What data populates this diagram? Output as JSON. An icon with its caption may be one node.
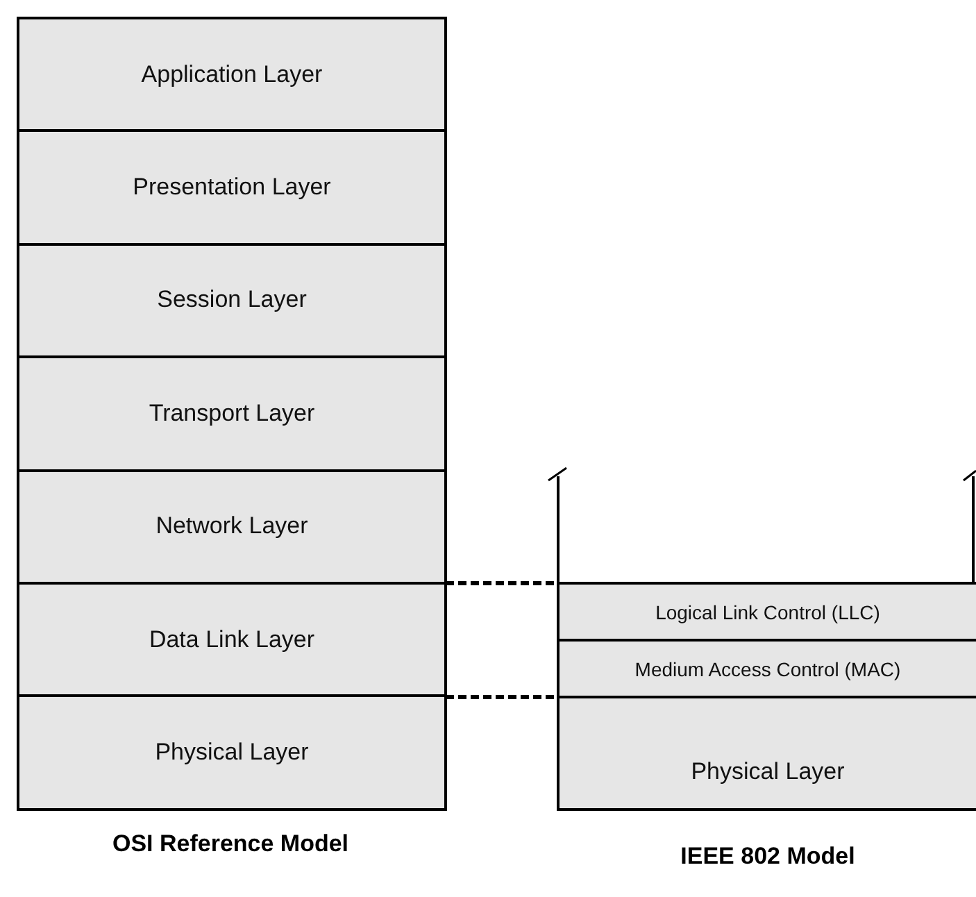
{
  "diagram": {
    "nodes": [
      {
        "text": [
          "Application Layer"
        ]
      },
      {
        "text": [
          "Presentation Layer"
        ]
      },
      {
        "text": [
          "Session Layer"
        ]
      },
      {
        "text": [
          "Transport Layer"
        ]
      },
      {
        "text": [
          "Network Layer"
        ]
      },
      {
        "text": [
          "Data Link Layer"
        ]
      },
      {
        "text": [
          "Physical Layer"
        ]
      },
      {
        "text": [
          "Logical Link Control (LLC)"
        ]
      },
      {
        "text": [
          "Medium Access Control (MAC)"
        ]
      },
      {
        "text": [
          "Physical Layer"
        ]
      }
    ],
    "edges": [
      {
        "from": 5,
        "to": 7,
        "arrow": "none",
        "style": "dashed"
      },
      {
        "from": 5,
        "to": 8,
        "arrow": "none",
        "style": "dashed"
      }
    ],
    "labels": [
      "OSI Reference Model",
      "IEEE 802 Model"
    ]
  }
}
